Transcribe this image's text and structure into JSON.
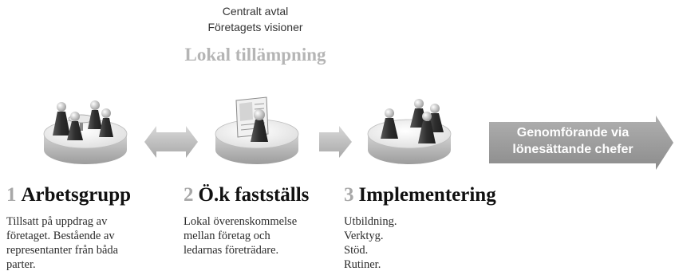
{
  "header": {
    "line1": "Centralt avtal",
    "line2": "Företagets visioner",
    "emphasis": "Lokal tillämpning"
  },
  "cta": {
    "line1": "Genomförande via",
    "line2": "lönesättande chefer"
  },
  "steps": [
    {
      "number": "1",
      "title": "Arbetsgrupp",
      "text": [
        "Tillsatt på uppdrag av",
        "företaget. Bestående av",
        "representanter från båda",
        "parter."
      ]
    },
    {
      "number": "2",
      "title": "Ö.k fastställs",
      "text": [
        "Lokal överenskommelse",
        "mellan företag och",
        "ledarnas företrädare."
      ]
    },
    {
      "number": "3",
      "title": "Implementering",
      "text": [
        "Utbildning.",
        "Verktyg.",
        "Stöd.",
        "Rutiner."
      ]
    }
  ],
  "colors": {
    "emphasis_text": "#b5b5b5",
    "step_number": "#a8a8a8",
    "cta_arrow": "#9a9a9a",
    "connector_arrow": "#c4c4c4",
    "platform": "#e4e4e4",
    "figure": "#3a3a3a"
  }
}
